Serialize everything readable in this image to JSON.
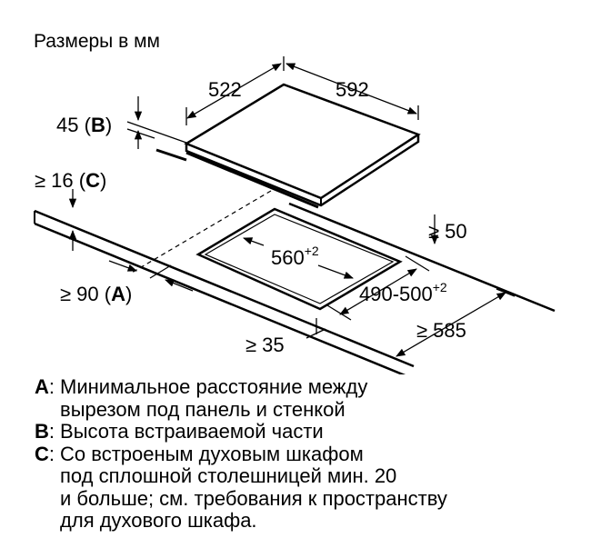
{
  "title": "Размеры в мм",
  "dimensions": {
    "hob_depth": "522",
    "hob_width": "592",
    "built_in_height": "45",
    "built_in_height_key": "B",
    "oven_gap_prefix": "≥ 16",
    "oven_gap_key": "C",
    "wall_distance_prefix": "≥ 90",
    "wall_distance_key": "A",
    "cutout_width": "560",
    "cutout_width_tol": "+2",
    "cutout_depth": "490-500",
    "cutout_depth_tol": "+2",
    "rear_min": "≥ 50",
    "front_min": "≥ 35",
    "worktop_min": "≥ 585"
  },
  "legend": [
    {
      "key": "A",
      "text": "Минимальное расстояние между\nвырезом под панель и стенкой"
    },
    {
      "key": "B",
      "text": "Высота встраиваемой части"
    },
    {
      "key": "C",
      "text": "Со встроеным духовым шкафом\nпод сплошной столешницей мин. 20\nи больше; см. требования к пространству\nдля духового шкафа."
    }
  ]
}
